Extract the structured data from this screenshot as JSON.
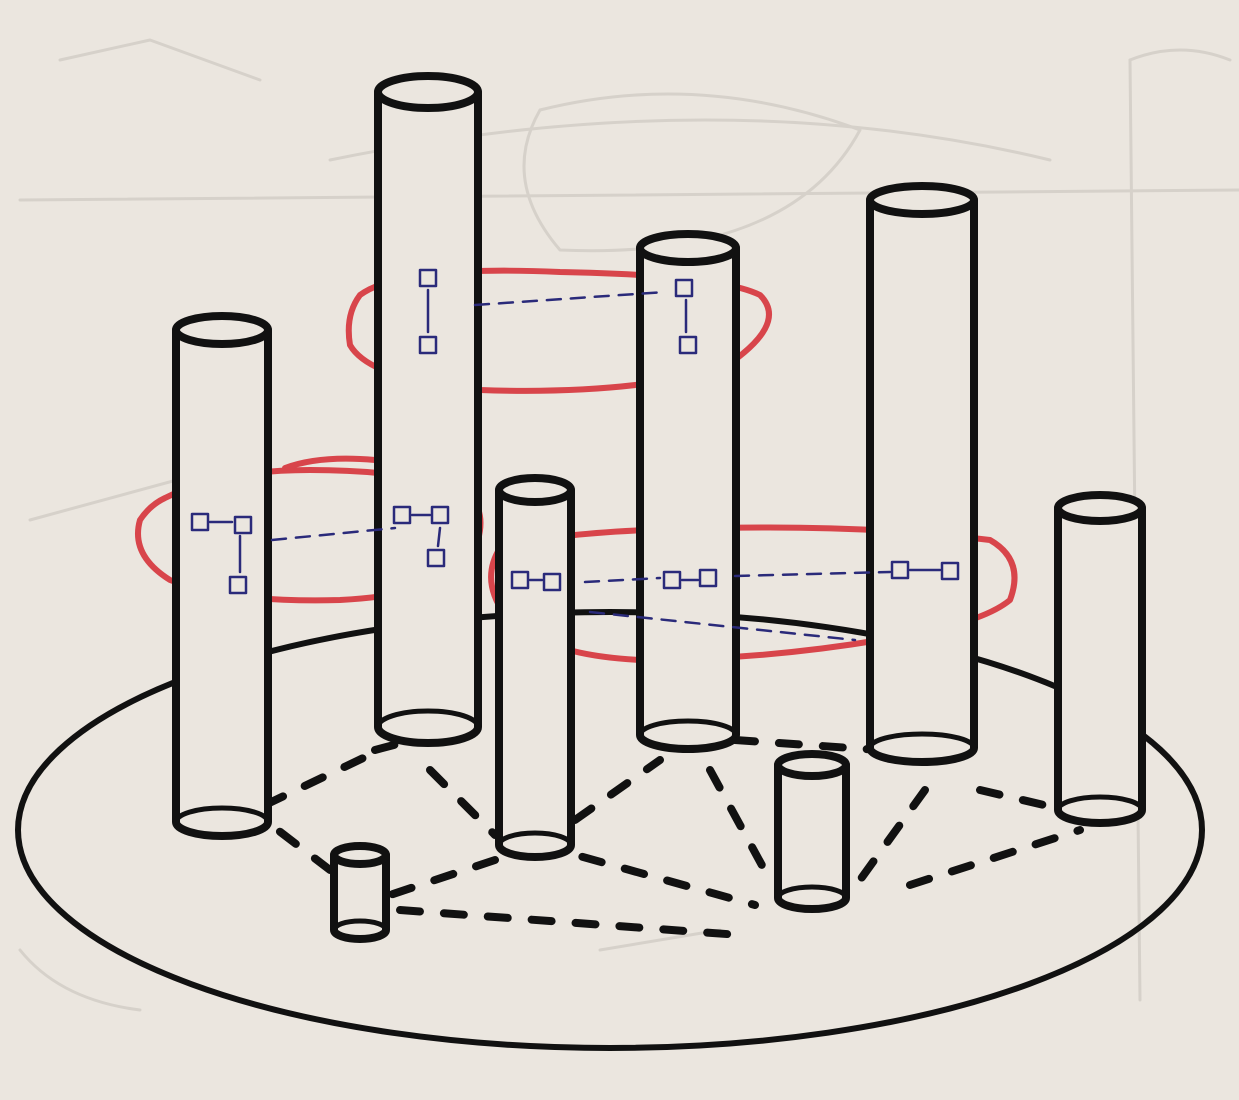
{
  "colors": {
    "paper": "#ebe6df",
    "ink_black": "#111111",
    "ink_red": "#d8454b",
    "ink_blue": "#2a2a7a",
    "ghost": "#d6d1ca"
  },
  "base": {
    "name": "base-platform-ellipse",
    "line": "solid"
  },
  "pillars": [
    {
      "id": "pillar-1",
      "height": "tall"
    },
    {
      "id": "pillar-2",
      "height": "tallest"
    },
    {
      "id": "pillar-3",
      "height": "medium"
    },
    {
      "id": "pillar-4",
      "height": "tall"
    },
    {
      "id": "pillar-5",
      "height": "tall"
    },
    {
      "id": "pillar-6",
      "height": "medium"
    },
    {
      "id": "pillar-7",
      "height": "short"
    },
    {
      "id": "pillar-8",
      "height": "short"
    }
  ],
  "regions": [
    {
      "id": "red-ring-top",
      "connects": [
        "pillar-2",
        "pillar-4"
      ]
    },
    {
      "id": "red-ring-left",
      "connects": [
        "pillar-1",
        "pillar-2"
      ]
    },
    {
      "id": "red-ring-right",
      "connects": [
        "pillar-3",
        "pillar-4",
        "pillar-5"
      ]
    }
  ],
  "base_links": {
    "style": "dashed",
    "count": 13
  },
  "text_labels": []
}
